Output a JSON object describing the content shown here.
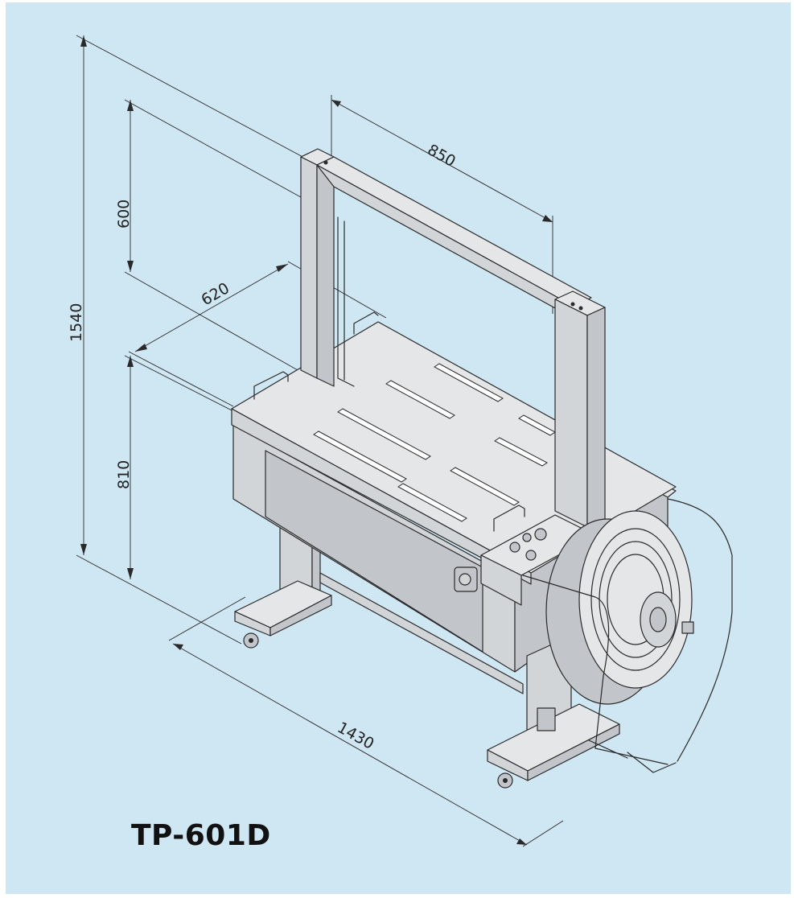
{
  "model": "TP-601D",
  "dimensions": {
    "height_total": "1540",
    "arch_height": "600",
    "arch_width": "850",
    "depth": "620",
    "table_height": "810",
    "length": "1430"
  },
  "colors": {
    "background": "#cfe6f3",
    "machine_light": "#e4e6e8",
    "machine_mid": "#d2d5d8",
    "line": "#2a2a2a"
  }
}
